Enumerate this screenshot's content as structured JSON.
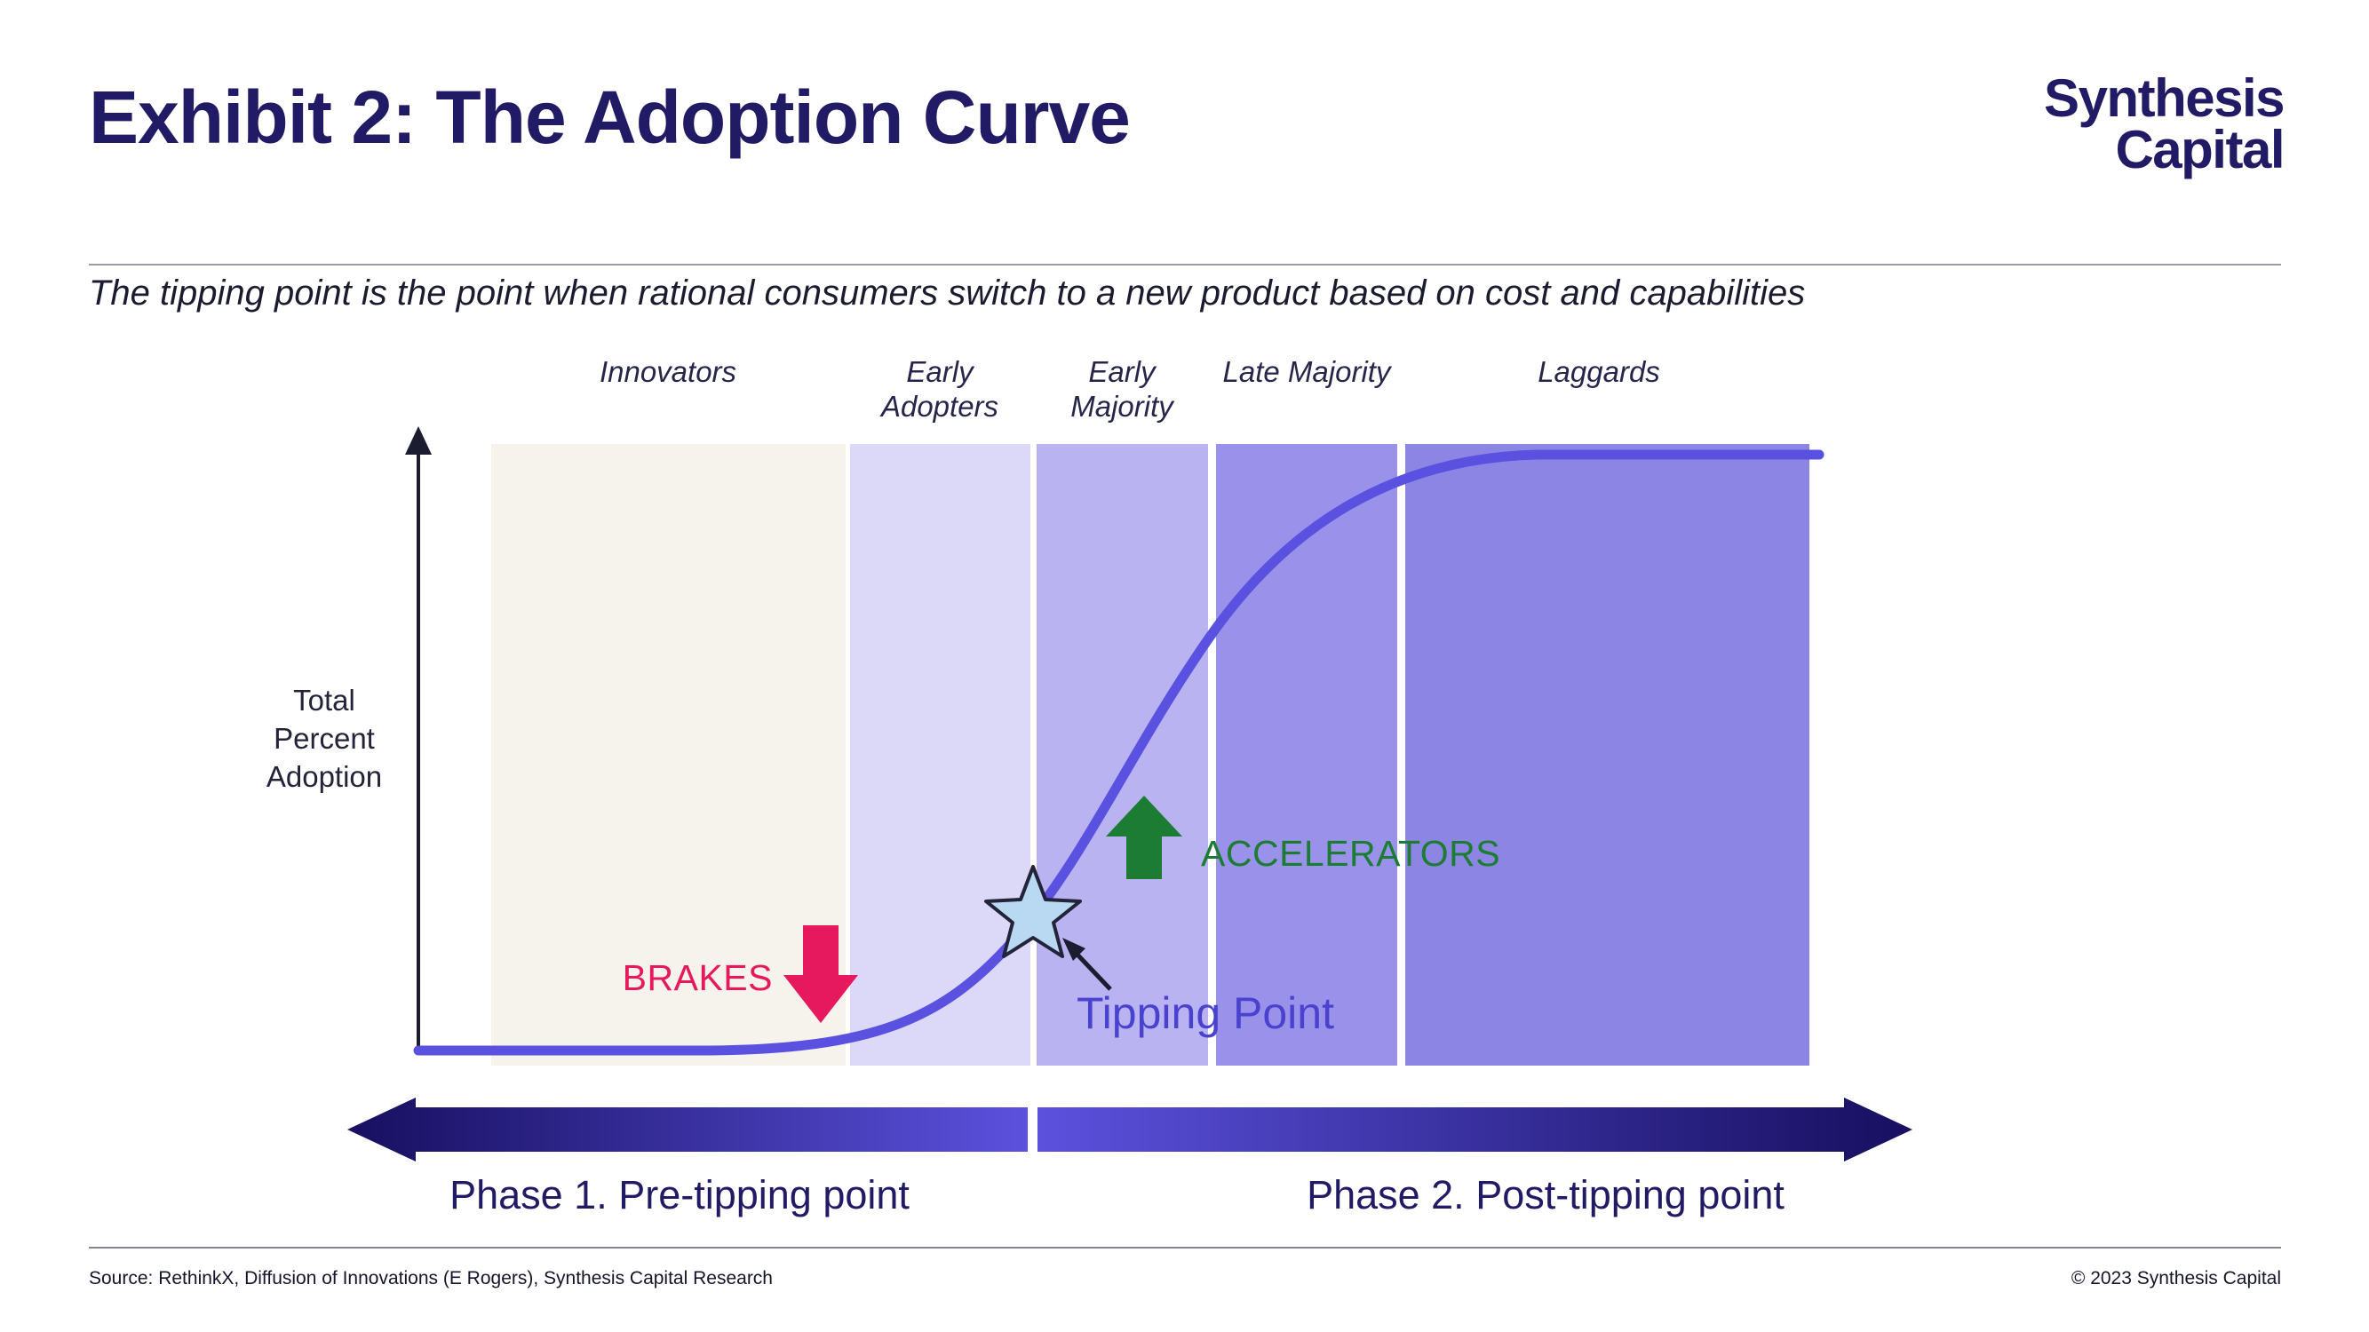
{
  "header": {
    "title": "Exhibit 2: The Adoption Curve",
    "logo_line1": "Synthesis",
    "logo_line2": "Capital",
    "subtitle": "The tipping point is the point when rational consumers switch to a new product based on cost and capabilities"
  },
  "chart_data": {
    "type": "line",
    "title": "The Adoption Curve",
    "ylabel": "Total Percent Adoption",
    "xlabel": "",
    "grid": false,
    "legend": false,
    "curve_color": "#5b51e0",
    "segments": [
      {
        "label": "Innovators",
        "color": "#f6f3ec",
        "x_start_pct": 5,
        "x_end_pct": 31
      },
      {
        "label": "Early Adopters",
        "color": "#dcd8f8",
        "x_start_pct": 31,
        "x_end_pct": 44
      },
      {
        "label": "Early Majority",
        "color": "#b9b3f1",
        "x_start_pct": 44,
        "x_end_pct": 56
      },
      {
        "label": "Late Majority",
        "color": "#9a92ea",
        "x_start_pct": 57,
        "x_end_pct": 70
      },
      {
        "label": "Laggards",
        "color": "#8d85e4",
        "x_start_pct": 70,
        "x_end_pct": 99
      }
    ],
    "series": [
      {
        "name": "Total percent adoption S-curve",
        "points_pct_estimated": [
          [
            0,
            0
          ],
          [
            21,
            0
          ],
          [
            34,
            2
          ],
          [
            44,
            22
          ],
          [
            56,
            69
          ],
          [
            70,
            97
          ],
          [
            81,
            100
          ],
          [
            100,
            100
          ]
        ]
      }
    ],
    "annotations": {
      "brakes": {
        "label": "BRAKES",
        "symbol": "down-arrow",
        "color": "#e6185e"
      },
      "accelerators": {
        "label": "ACCELERATORS",
        "symbol": "up-arrow",
        "color": "#1d7c33"
      },
      "tipping_point": {
        "label": "Tipping Point",
        "symbol": "star",
        "color": "#4a42cf",
        "at": {
          "x_pct": 44,
          "adoption_pct": 22
        }
      }
    }
  },
  "phases": {
    "phase1_label": "Phase 1. Pre-tipping point",
    "phase2_label": "Phase 2. Post-tipping point"
  },
  "footer": {
    "source": "Source: RethinkX, Diffusion of Innovations (E Rogers), Synthesis Capital Research",
    "copyright": "© 2023 Synthesis Capital"
  }
}
